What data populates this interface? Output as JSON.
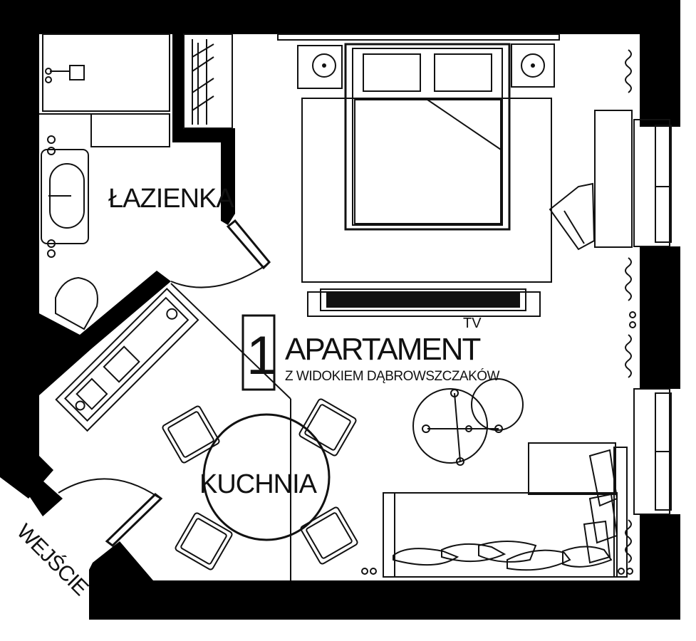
{
  "plan": {
    "number": "1",
    "title": "APARTAMENT",
    "subtitle": "Z WIDOKIEM DĄBROWSZCZAKÓW",
    "rooms": {
      "bathroom": "ŁAZIENKA",
      "kitchen": "KUCHNIA",
      "entrance": "WEJŚCIE"
    },
    "tv": "TV"
  }
}
